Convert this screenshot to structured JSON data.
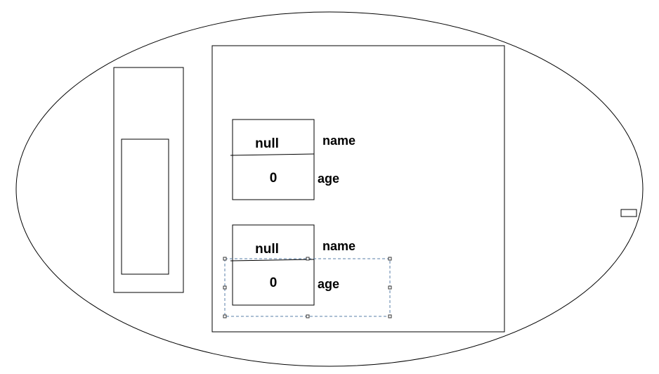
{
  "objects": [
    {
      "fields": [
        {
          "value": "null",
          "label": "name"
        },
        {
          "value": "0",
          "label": "age"
        }
      ]
    },
    {
      "fields": [
        {
          "value": "null",
          "label": "name"
        },
        {
          "value": "0",
          "label": "age"
        }
      ]
    }
  ]
}
